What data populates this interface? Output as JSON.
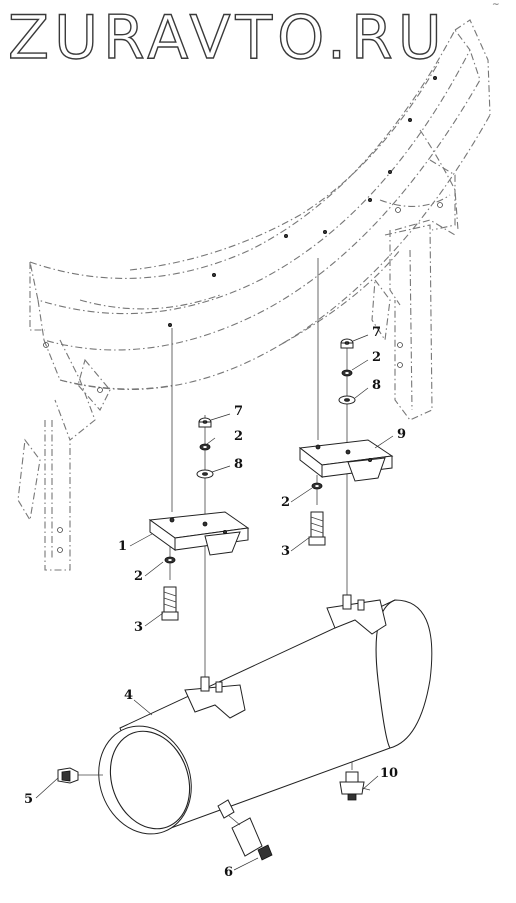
{
  "watermark": {
    "text": "ZURAVTO.RU"
  },
  "corner_mark": "~",
  "callouts": {
    "c1": "1",
    "c2a": "2",
    "c2b": "2",
    "c2c": "2",
    "c2d": "2",
    "c3a": "3",
    "c3b": "3",
    "c4": "4",
    "c5": "5",
    "c6": "6",
    "c7a": "7",
    "c7b": "7",
    "c8a": "8",
    "c8b": "8",
    "c9": "9",
    "c10": "10"
  }
}
